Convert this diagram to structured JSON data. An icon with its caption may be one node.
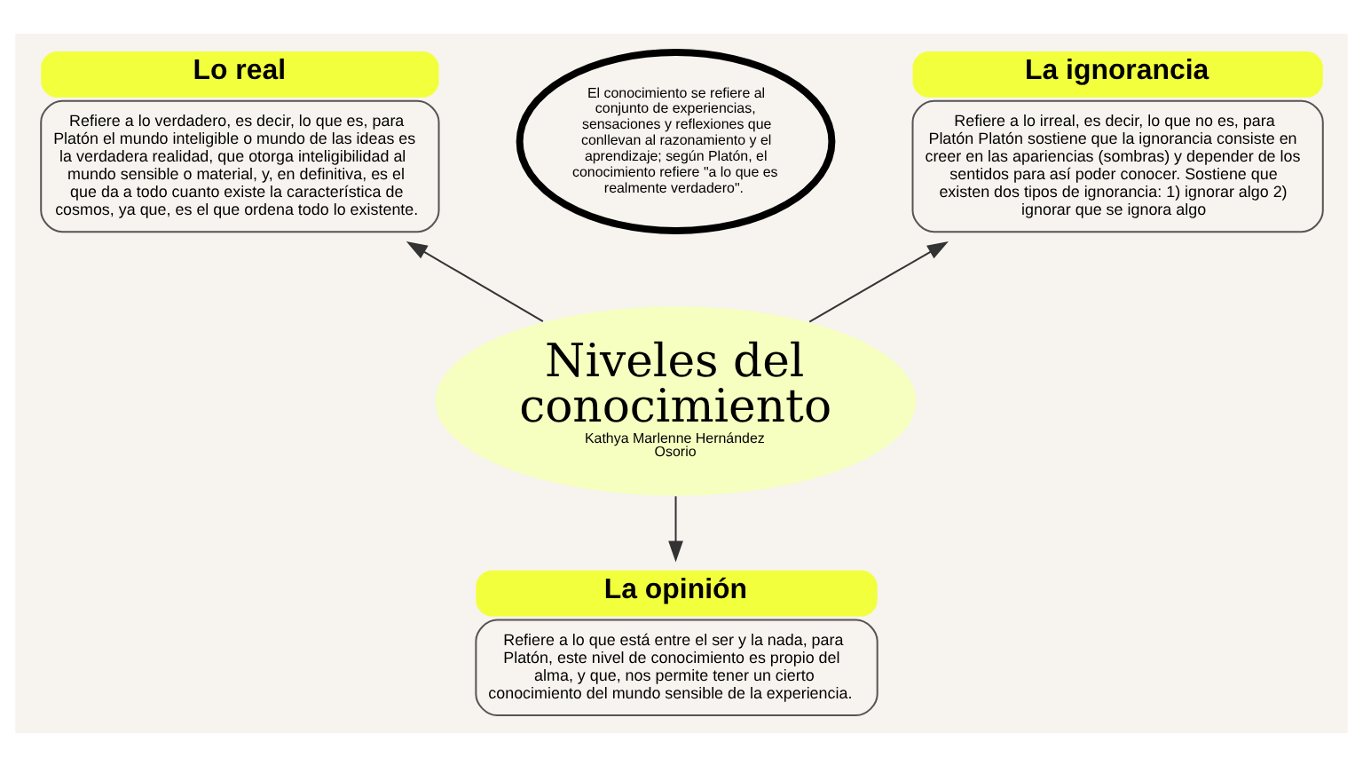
{
  "diagram": {
    "nodes": [
      {
        "text": [
          "Lo real",
          "Refiere a lo verdadero, es decir, lo que es, para Platón el mundo inteligible o mundo de las ideas es la verdadera realidad, que otorga inteligibilidad al mundo sensible o material, y, en definitiva, es el que da a todo cuanto existe la característica de cosmos, ya que, es el que ordena todo lo existente."
        ]
      },
      {
        "text": [
          "El conocimiento se refiere al conjunto de experiencias, sensaciones y reflexiones que conllevan al razonamiento y el aprendizaje; según Platón, el conocimiento refiere \"a lo que es realmente verdadero\"."
        ]
      },
      {
        "text": [
          "La ignorancia",
          "Refiere a lo irreal, es decir, lo que no es, para Platón Platón sostiene que la ignorancia consiste en creer en las apariencias (sombras) y depender de los sentidos para así poder conocer. Sostiene que existen dos tipos de ignorancia: 1) ignorar algo 2) ignorar que se ignora algo"
        ]
      },
      {
        "text": [
          "Niveles del conocimiento",
          "Kathya Marlenne Hernández Osorio"
        ]
      },
      {
        "text": [
          "La opinión",
          "Refiere a lo que está entre el ser y la nada, para Platón, este nivel de conocimiento es propio del alma, y que, nos permite tener un cierto conocimiento del mundo sensible de la experiencia."
        ]
      }
    ],
    "edges": [
      {
        "from": 3,
        "to": 0,
        "arrow": "to"
      },
      {
        "from": 3,
        "to": 2,
        "arrow": "to"
      },
      {
        "from": 3,
        "to": 4,
        "arrow": "to"
      }
    ]
  }
}
